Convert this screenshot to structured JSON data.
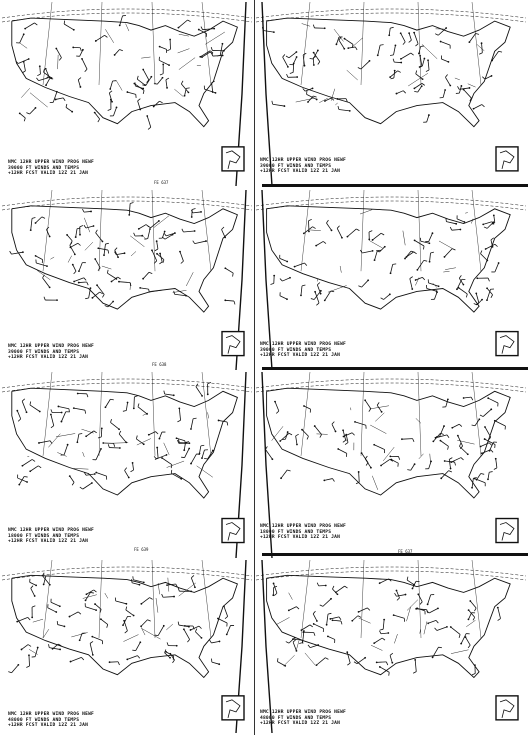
{
  "sheet": {
    "ink": "#111111",
    "paper": "#ffffff"
  },
  "panels": [
    {
      "id": "p1",
      "line1": "NMC 12HR UPPER WIND PROG NEWF",
      "line2": "39000 FT WINDS AND TEMPS",
      "line3": "+12HR FCST VALID 12Z 21 JAN",
      "stamp": "FE 637"
    },
    {
      "id": "p2",
      "line1": "NMC 12HR UPPER WIND PROG NEWF",
      "line2": "39000 FT WINDS AND TEMPS",
      "line3": "+12HR FCST VALID 12Z 21 JAN",
      "stamp": ""
    },
    {
      "id": "p3",
      "line1": "NMC 12HR UPPER WIND PROG NEWF",
      "line2": "39000 FT WINDS AND TEMPS",
      "line3": "+12HR FCST VALID 12Z 21 JAN",
      "stamp": "FE 638"
    },
    {
      "id": "p4",
      "line1": "NMC 12HR UPPER WIND PROG NEWF",
      "line2": "39000 FT WINDS AND TEMPS",
      "line3": "+12HR FCST VALID 12Z 21 JAN",
      "stamp": ""
    },
    {
      "id": "p5",
      "line1": "NMC 12HR UPPER WIND PROG NEWF",
      "line2": "18000 FT WINDS AND TEMPS",
      "line3": "+12HR FCST VALID 12Z 21 JAN",
      "stamp": "FE 639"
    },
    {
      "id": "p6",
      "line1": "NMC 12HR UPPER WIND PROG NEWF",
      "line2": "18000 FT WINDS AND TEMPS",
      "line3": "+12HR FCST VALID 12Z 21 JAN",
      "stamp": "FE 637"
    },
    {
      "id": "p7",
      "line1": "NMC 12HR UPPER WIND PROG NEWF",
      "line2": "48000 FT WINDS AND TEMPS",
      "line3": "+12HR FCST VALID 12Z 21 JAN",
      "stamp": ""
    },
    {
      "id": "p8",
      "line1": "NMC 12HR UPPER WIND PROG NEWF",
      "line2": "48000 FT WINDS AND TEMPS",
      "line3": "+12HR FCST VALID 12Z 21 JAN",
      "stamp": ""
    }
  ]
}
